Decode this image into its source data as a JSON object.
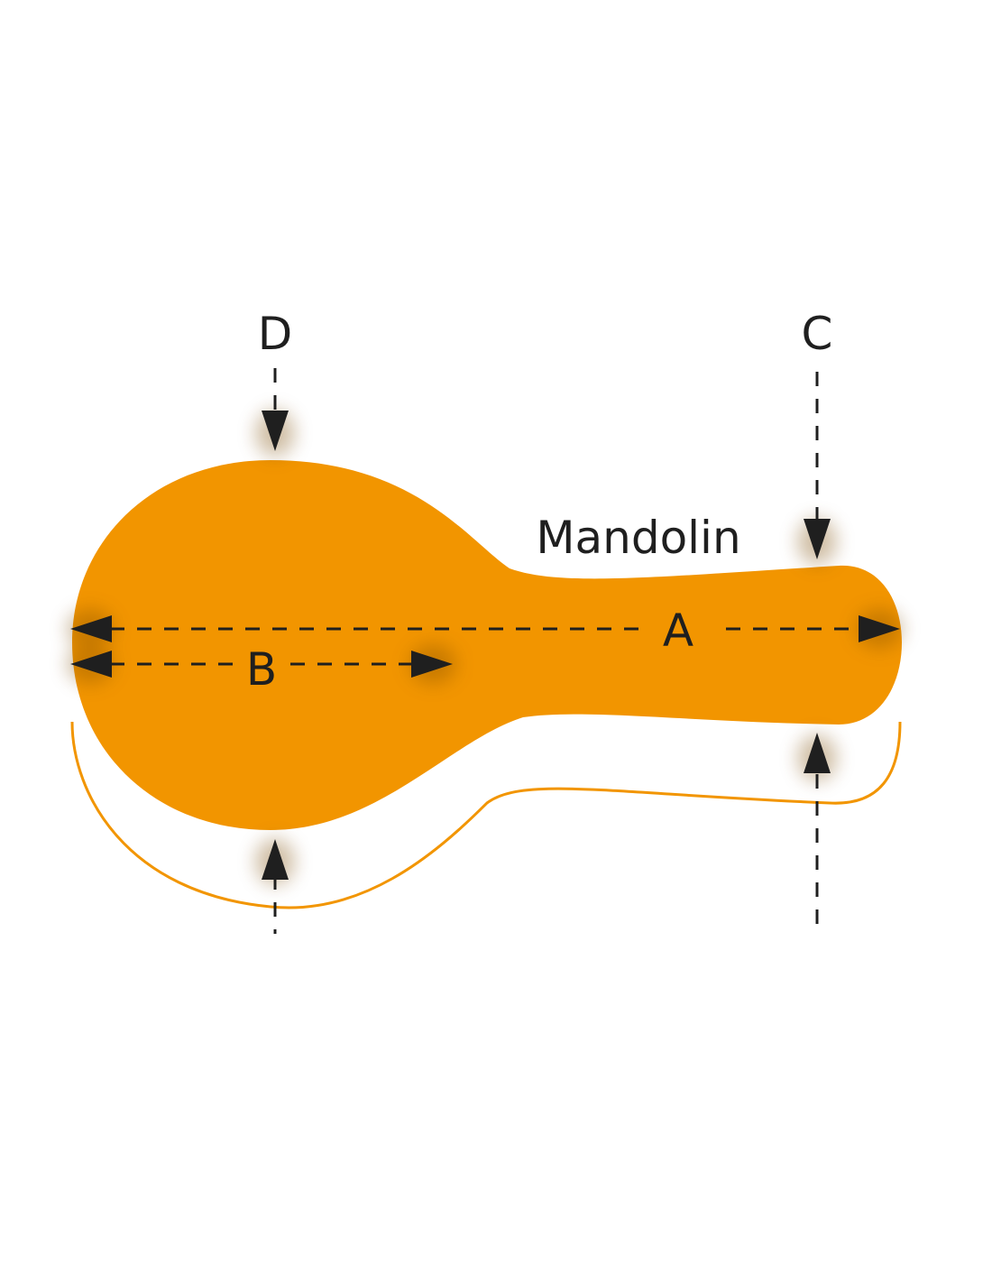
{
  "title": "Mandolin",
  "labels": {
    "a": "A",
    "b": "B",
    "c": "C",
    "d": "D"
  },
  "colors": {
    "body_fill": "#F29500",
    "outline_stroke": "#F29500",
    "ink": "#1f1f1f",
    "background": "#ffffff"
  }
}
